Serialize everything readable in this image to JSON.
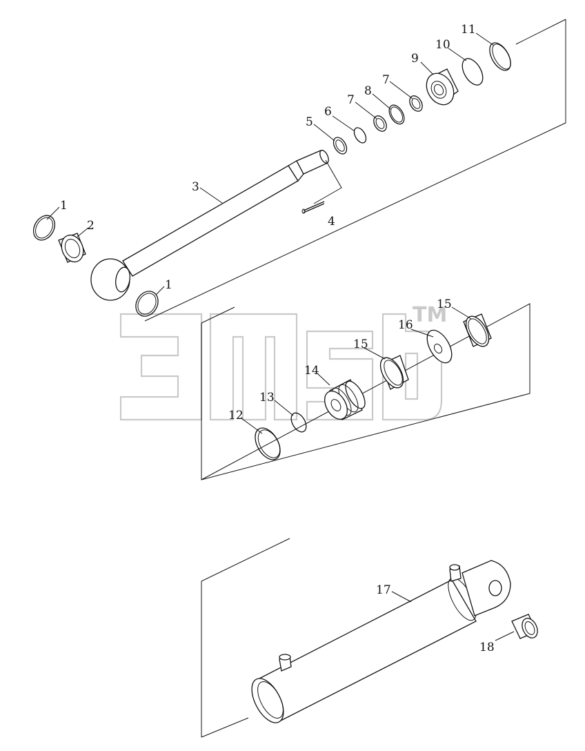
{
  "callouts": {
    "c1a": "1",
    "c2": "2",
    "c3": "3",
    "c4": "4",
    "c1b": "1",
    "c5": "5",
    "c6": "6",
    "c7a": "7",
    "c8": "8",
    "c7b": "7",
    "c9": "9",
    "c10": "10",
    "c11": "11",
    "c12": "12",
    "c13": "13",
    "c14": "14",
    "c15a": "15",
    "c16": "16",
    "c15b": "15",
    "c17": "17",
    "c18": "18"
  },
  "watermark": {
    "trademark": "TM"
  }
}
